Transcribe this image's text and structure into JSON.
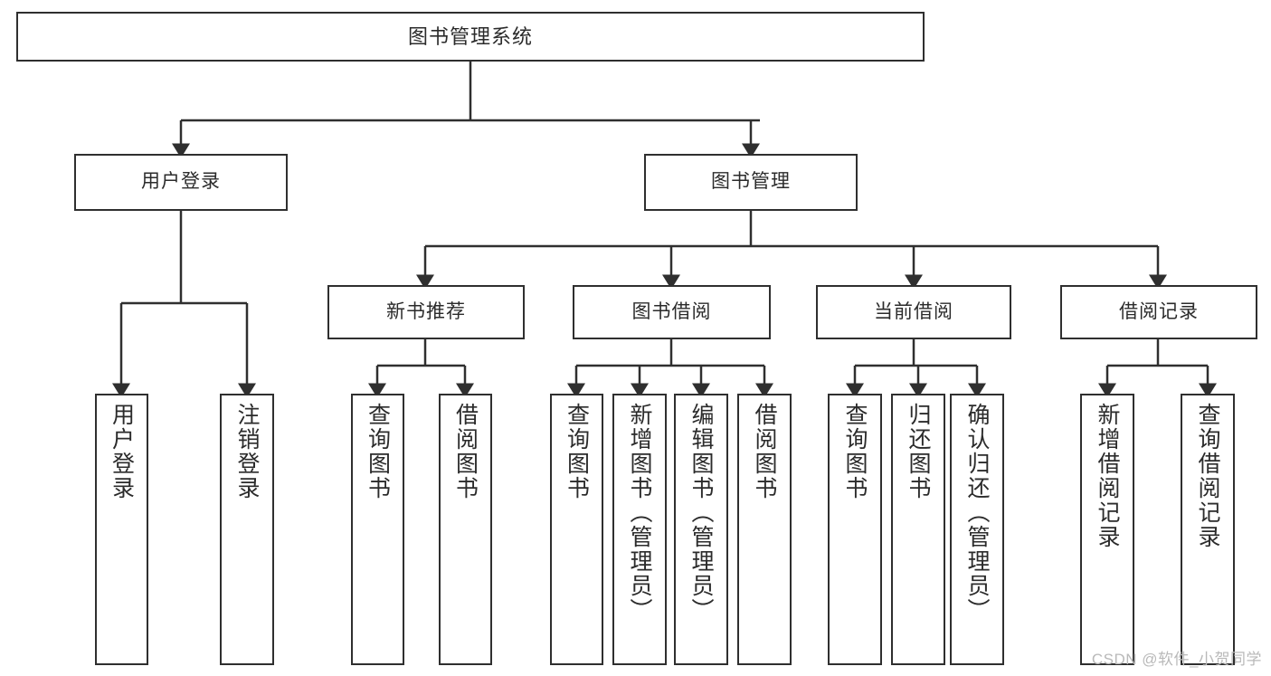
{
  "diagram": {
    "title": "图书管理系统",
    "type": "tree-hierarchy-chart",
    "watermark": "CSDN @软件_小贺同学",
    "colors": {
      "stroke": "#2f2f2f",
      "fill": "#ffffff",
      "text": "#2b2b2b",
      "watermark": "#b9b9b9"
    },
    "nodes": {
      "root": {
        "label": "图书管理系统"
      },
      "level2": [
        {
          "label": "用户登录"
        },
        {
          "label": "图书管理"
        }
      ],
      "level3": [
        {
          "label": "新书推荐"
        },
        {
          "label": "图书借阅"
        },
        {
          "label": "当前借阅"
        },
        {
          "label": "借阅记录"
        }
      ],
      "leaves_user_login": [
        {
          "label": "用户登录"
        },
        {
          "label": "注销登录"
        }
      ],
      "leaves_new_book": [
        {
          "label": "查询图书"
        },
        {
          "label": "借阅图书"
        }
      ],
      "leaves_borrow": [
        {
          "label": "查询图书"
        },
        {
          "label": "新增图书（管理员）"
        },
        {
          "label": "编辑图书（管理员）"
        },
        {
          "label": "借阅图书"
        }
      ],
      "leaves_current": [
        {
          "label": "查询图书"
        },
        {
          "label": "归还图书"
        },
        {
          "label": "确认归还（管理员）"
        }
      ],
      "leaves_record": [
        {
          "label": "新增借阅记录"
        },
        {
          "label": "查询借阅记录"
        }
      ]
    }
  }
}
